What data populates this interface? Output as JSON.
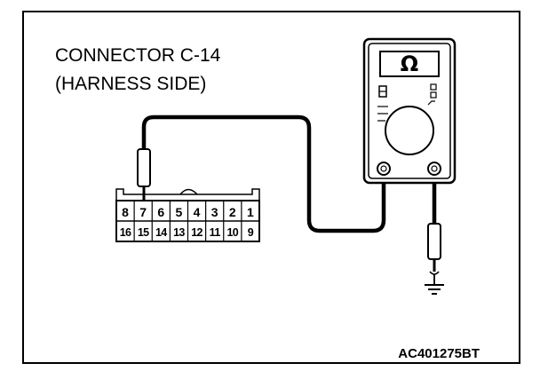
{
  "title_line1": "CONNECTOR C-14",
  "title_line2": "(HARNESS SIDE)",
  "connector": {
    "top_row": [
      "8",
      "7",
      "6",
      "5",
      "4",
      "3",
      "2",
      "1"
    ],
    "bottom_row": [
      "16",
      "15",
      "14",
      "13",
      "12",
      "11",
      "10",
      "9"
    ]
  },
  "meter_symbol": "Ω",
  "figure_code": "AC401275BT"
}
